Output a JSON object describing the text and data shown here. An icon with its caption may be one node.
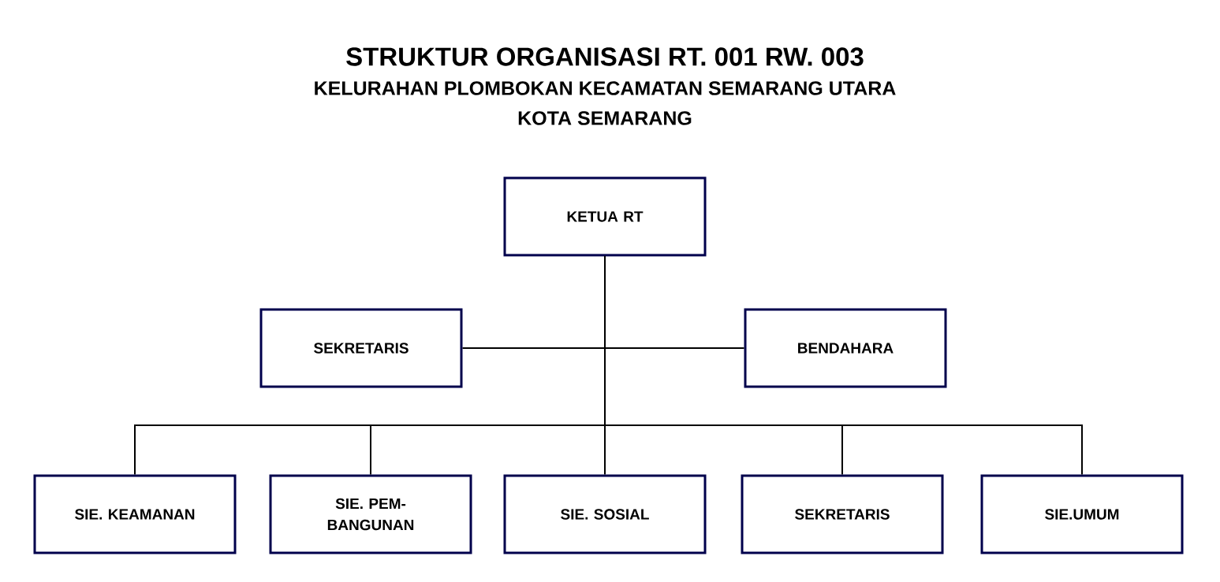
{
  "diagram": {
    "title": "STRUKTUR ORGANISASI RT. 001 RW. 003",
    "nodes": [
      {
        "text": [
          "KETUA RT"
        ]
      },
      {
        "text": [
          "SEKRETARIS"
        ]
      },
      {
        "text": [
          "BENDAHARA"
        ]
      },
      {
        "text": [
          "SIE. KEAMANAN"
        ]
      },
      {
        "text": [
          "SIE. PEM- BANGUNAN"
        ]
      },
      {
        "text": [
          "SIE. SOSIAL"
        ]
      },
      {
        "text": [
          "SEKRETARIS"
        ]
      },
      {
        "text": [
          "SIE.UMUM"
        ]
      }
    ],
    "edges": [
      {
        "from": 0,
        "to": 1,
        "arrow": "none"
      },
      {
        "from": 0,
        "to": 2,
        "arrow": "none"
      },
      {
        "from": 0,
        "to": 3,
        "arrow": "none"
      },
      {
        "from": 0,
        "to": 4,
        "arrow": "none"
      },
      {
        "from": 0,
        "to": 5,
        "arrow": "none"
      },
      {
        "from": 0,
        "to": 6,
        "arrow": "none"
      },
      {
        "from": 0,
        "to": 7,
        "arrow": "none"
      }
    ],
    "labels": [
      "KELURAHAN PLOMBOKAN KECAMATAN SEMARANG UTARA",
      "KOTA SEMARANG"
    ]
  }
}
